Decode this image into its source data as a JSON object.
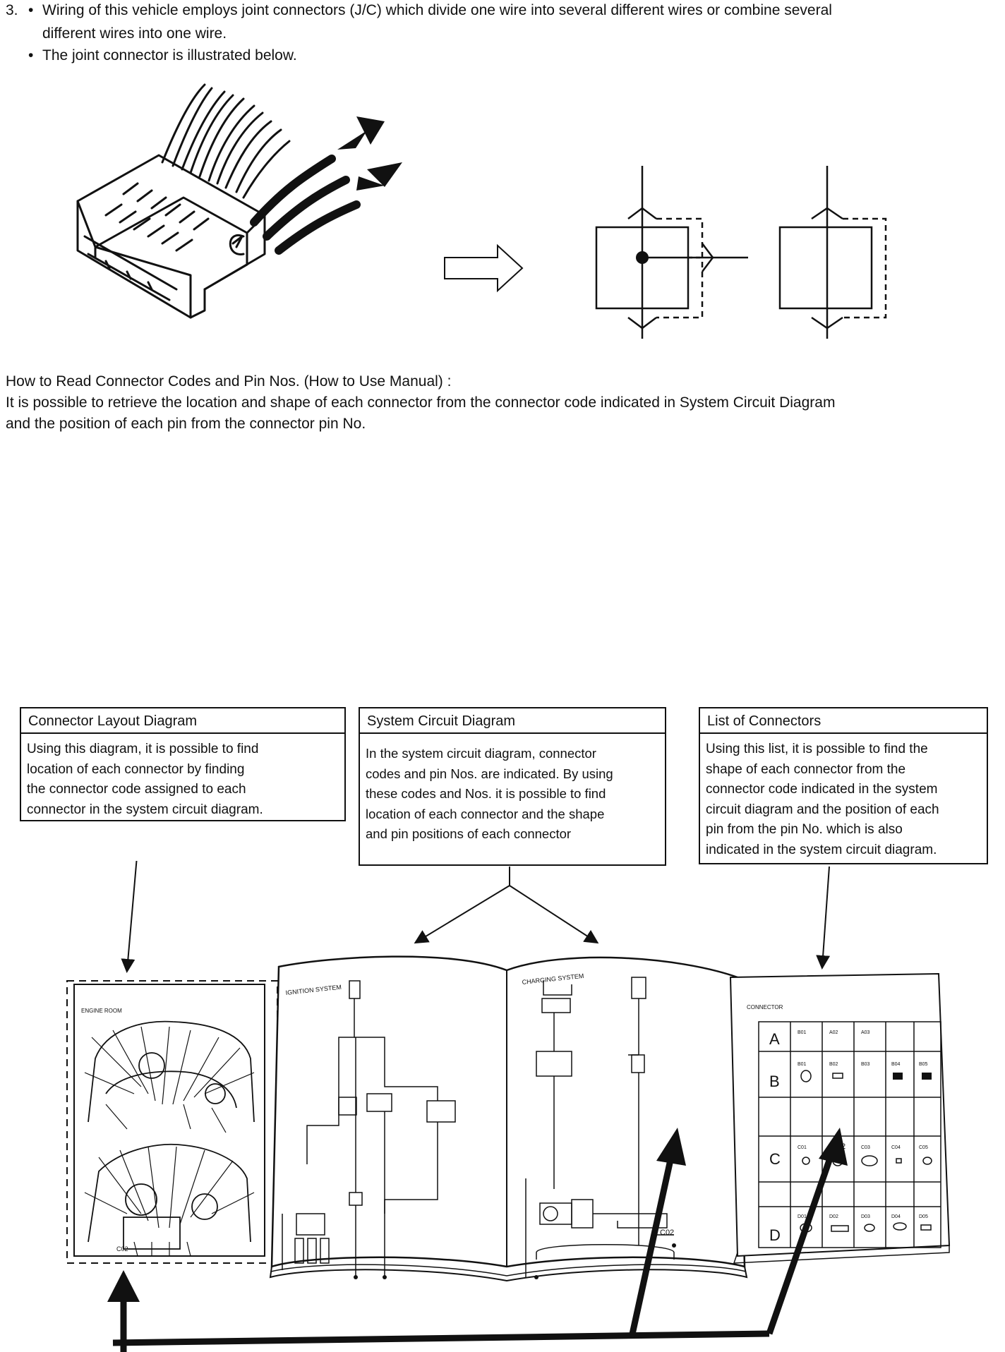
{
  "intro": {
    "number": "3.",
    "bullets": [
      {
        "mark": "•",
        "lines": [
          "Wiring of this vehicle employs joint connectors (J/C) which divide one wire into several different wires or combine several",
          "different wires into one wire."
        ]
      },
      {
        "mark": "•",
        "lines": [
          "The joint connector is illustrated below."
        ]
      }
    ]
  },
  "how_to": {
    "heading": "How to Read Connector Codes and Pin Nos. (How to Use Manual) :",
    "lines": [
      "It is possible to retrieve the location and shape of each connector from the connector code indicated in System Circuit Diagram",
      "and the position of each pin from the connector pin No."
    ]
  },
  "boxes": [
    {
      "title": "Connector Layout Diagram",
      "lines": [
        "Using this diagram, it is possible to find",
        "location of each connector by finding",
        "the connector code assigned to each",
        "connector in the system circuit diagram."
      ]
    },
    {
      "title": "System Circuit Diagram",
      "lines": [
        "In the system circuit diagram, connector",
        "codes and pin Nos. are indicated. By using",
        "these codes and Nos. it is possible to find",
        "location of each connector  and the shape",
        "and pin positions of  each connector"
      ]
    },
    {
      "title": "List of Connectors",
      "lines": [
        "Using this list, it is possible to find the",
        "shape of each connector from the",
        "connector code indicated in the system",
        "circuit diagram and the position of each",
        "pin from the pin No. which is also",
        "indicated in the system circuit diagram."
      ]
    }
  ],
  "illustration": {
    "left_page_title": "IGNITION SYSTEM",
    "right_page_title": "CHARGING SYSTEM",
    "circuit_code": "C02",
    "connector_list": {
      "title": "CONNECTOR",
      "rows": [
        {
          "row": "A",
          "codes": [
            "B01",
            "A02",
            "A03",
            "",
            ""
          ]
        },
        {
          "row": "B",
          "codes": [
            "B01",
            "B02",
            "B03",
            "B04",
            "B05"
          ]
        },
        {
          "row": "C",
          "codes": [
            "C01",
            "C02",
            "C03",
            "C04",
            "C05"
          ]
        },
        {
          "row": "D",
          "codes": [
            "D01",
            "D02",
            "D03",
            "D04",
            "D05"
          ]
        }
      ]
    },
    "layout_page": {
      "label_top": "ENGINE ROOM",
      "label_bottom": "C02"
    }
  }
}
